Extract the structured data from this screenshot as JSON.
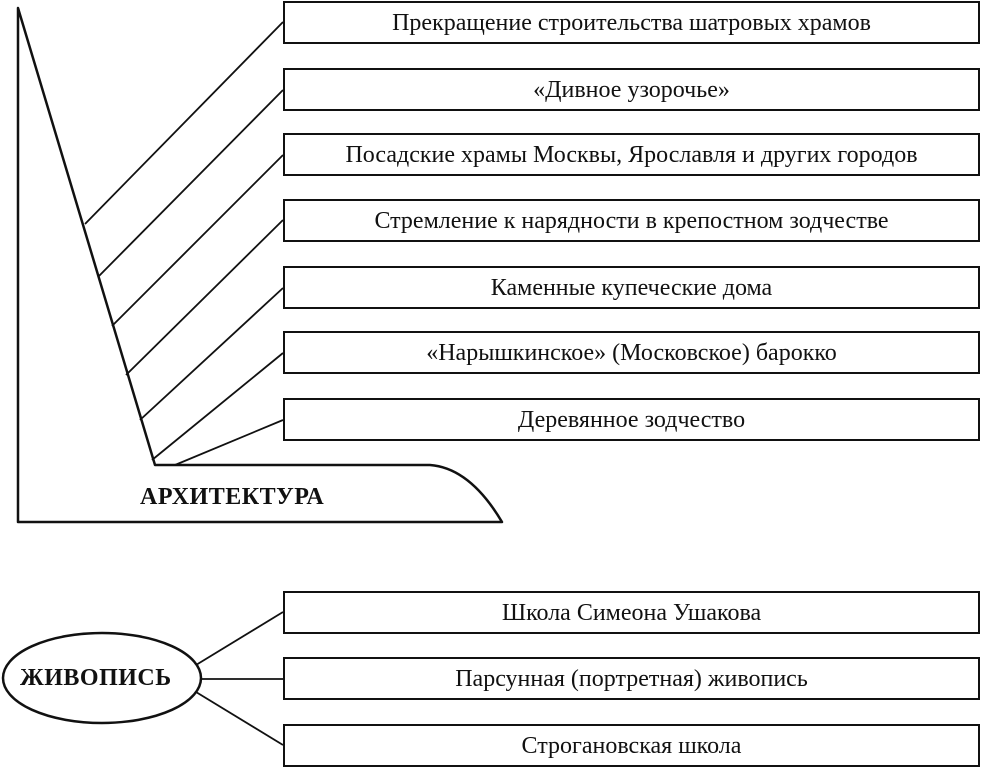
{
  "architecture": {
    "title": "АРХИТЕКТУРА",
    "items": [
      "Прекращение строительства шатровых храмов",
      "«Дивное узорочье»",
      "Посадские храмы Москвы, Ярославля и других городов",
      "Стремление к нарядности в крепостном зодчестве",
      "Каменные купеческие дома",
      "«Нарышкинское» (Московское) барокко",
      "Деревянное зодчество"
    ]
  },
  "painting": {
    "title": "ЖИВОПИСЬ",
    "items": [
      "Школа Симеона Ушакова",
      "Парсунная (портретная) живопись",
      "Строгановская школа"
    ]
  }
}
